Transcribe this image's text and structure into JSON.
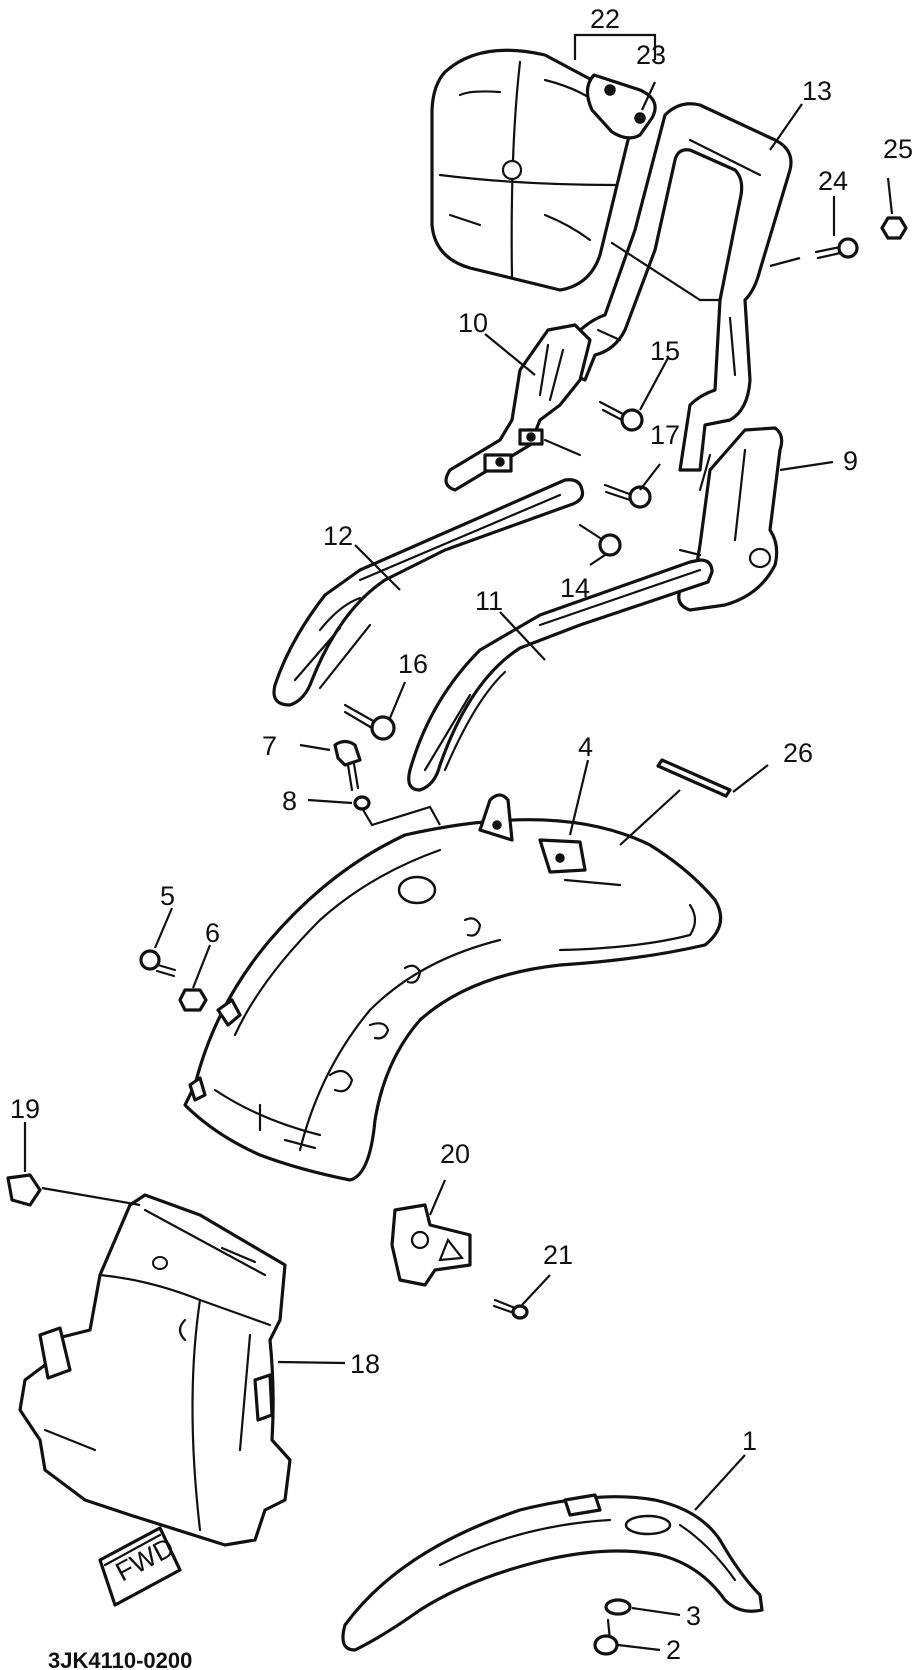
{
  "diagram": {
    "drawing_code": "3JK4110-0200",
    "fwd_mark": "FWD",
    "parts": [
      {
        "id": "p1",
        "label": "1"
      },
      {
        "id": "p2",
        "label": "2"
      },
      {
        "id": "p3",
        "label": "3"
      },
      {
        "id": "p4",
        "label": "4"
      },
      {
        "id": "p5",
        "label": "5"
      },
      {
        "id": "p6",
        "label": "6"
      },
      {
        "id": "p7",
        "label": "7"
      },
      {
        "id": "p8",
        "label": "8"
      },
      {
        "id": "p9",
        "label": "9"
      },
      {
        "id": "p10",
        "label": "10"
      },
      {
        "id": "p11",
        "label": "11"
      },
      {
        "id": "p12",
        "label": "12"
      },
      {
        "id": "p13",
        "label": "13"
      },
      {
        "id": "p14",
        "label": "14"
      },
      {
        "id": "p15",
        "label": "15"
      },
      {
        "id": "p16",
        "label": "16"
      },
      {
        "id": "p17",
        "label": "17"
      },
      {
        "id": "p18",
        "label": "18"
      },
      {
        "id": "p19",
        "label": "19"
      },
      {
        "id": "p20",
        "label": "20"
      },
      {
        "id": "p21",
        "label": "21"
      },
      {
        "id": "p22",
        "label": "22"
      },
      {
        "id": "p23",
        "label": "23"
      },
      {
        "id": "p24",
        "label": "24"
      },
      {
        "id": "p25",
        "label": "25"
      },
      {
        "id": "p26",
        "label": "26"
      }
    ]
  }
}
